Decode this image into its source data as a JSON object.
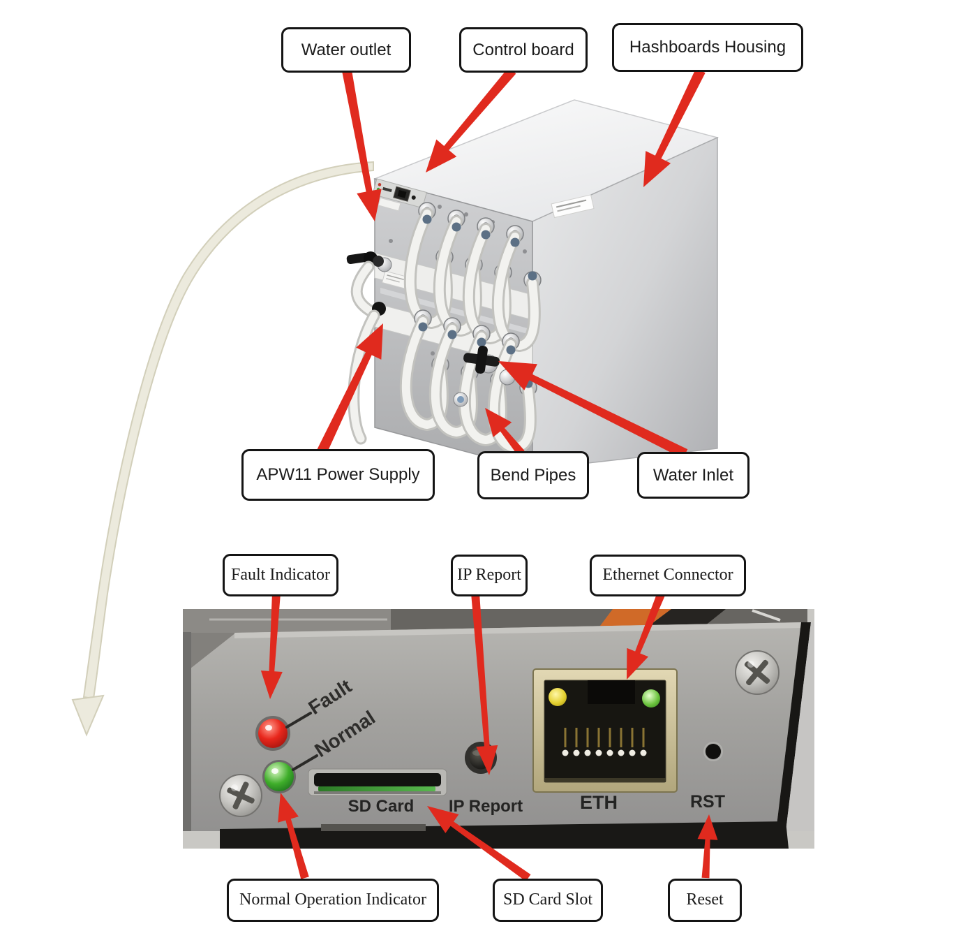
{
  "colors": {
    "arrow_red": "#e02a1e",
    "swoosh_beige": "#eceadd",
    "panel_grey": "#a3a29f",
    "led_red": "#d42015",
    "led_green": "#3aa527",
    "eth_led_yellow": "#e3cf2e",
    "eth_bezel_khaki": "#cdc29c"
  },
  "miner": {
    "labels": [
      {
        "id": "water-outlet",
        "text": "Water outlet"
      },
      {
        "id": "control-board",
        "text": "Control board"
      },
      {
        "id": "hashboards-housing",
        "text": "Hashboards Housing"
      },
      {
        "id": "apw11-power-supply",
        "text": "APW11 Power Supply"
      },
      {
        "id": "bend-pipes",
        "text": "Bend Pipes"
      },
      {
        "id": "water-inlet",
        "text": "Water Inlet"
      }
    ]
  },
  "panel": {
    "labels": [
      {
        "id": "fault-indicator",
        "text": "Fault Indicator"
      },
      {
        "id": "ip-report",
        "text": "IP Report"
      },
      {
        "id": "ethernet-connector",
        "text": "Ethernet Connector"
      },
      {
        "id": "normal-operation-indicator",
        "text": "Normal Operation Indicator"
      },
      {
        "id": "sd-card-slot",
        "text": "SD Card Slot"
      },
      {
        "id": "reset",
        "text": "Reset"
      }
    ],
    "texts": {
      "fault": "Fault",
      "normal": "Normal",
      "sd_card": "SD Card",
      "ip_report": "IP Report",
      "eth": "ETH",
      "rst": "RST"
    }
  }
}
